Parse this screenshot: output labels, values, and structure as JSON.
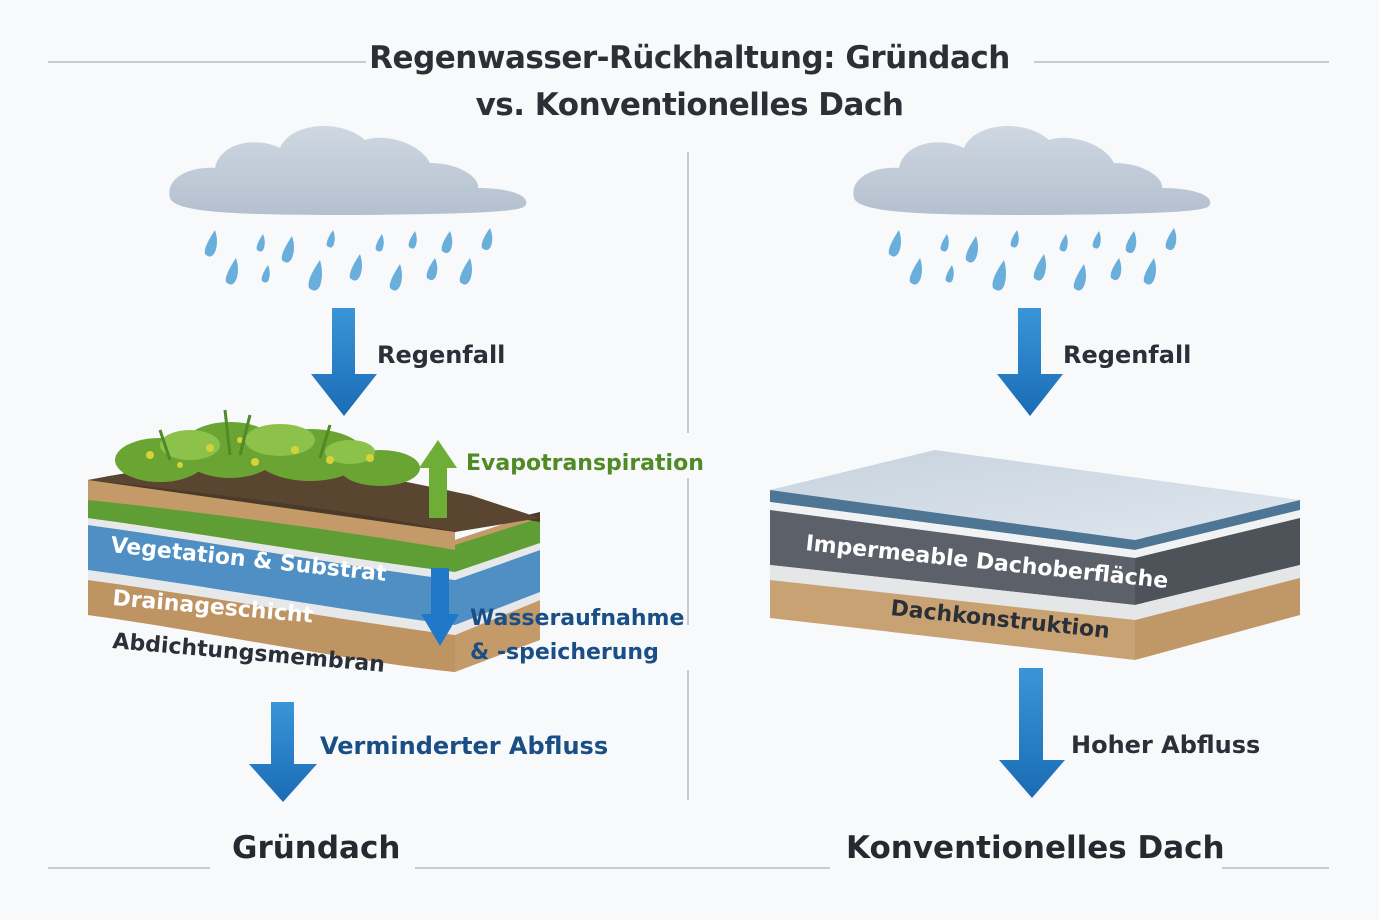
{
  "title": {
    "line1": "Regenwasser-Rückhaltung: Gründach",
    "line2": "vs. Konventionelles Dach"
  },
  "colors": {
    "arrow_blue": "#1f78c8",
    "evap_green": "#5a9a2a",
    "label_dark": "#2a2f38",
    "label_blue": "#1a4f86",
    "cloud": "#c3cdd9",
    "raindrop": "#6aaedb",
    "divider": "#c5cad3"
  },
  "green_roof": {
    "heading": "Gründach",
    "rain_label": "Regenfall",
    "evap_label": "Evapotranspiration",
    "absorb_label_1": "Wasseraufnahme",
    "absorb_label_2": "& -speicherung",
    "runoff_label": "Verminderter Abfluss",
    "layers": [
      {
        "name": "Vegetation & Substrat",
        "color": "#5f9e35"
      },
      {
        "name": "Drainageschicht",
        "color": "#4f8fc4"
      },
      {
        "name": "Abdichtungsmembran",
        "color": "#c49a68"
      }
    ]
  },
  "conventional_roof": {
    "heading": "Konventionelles Dach",
    "rain_label": "Regenfall",
    "runoff_label": "Hoher Abfluss",
    "layers": [
      {
        "name": "Impermeable Dachoberfläche",
        "color": "#5c6068"
      },
      {
        "name": "Dachkonstruktion",
        "color": "#c9a273"
      }
    ]
  }
}
